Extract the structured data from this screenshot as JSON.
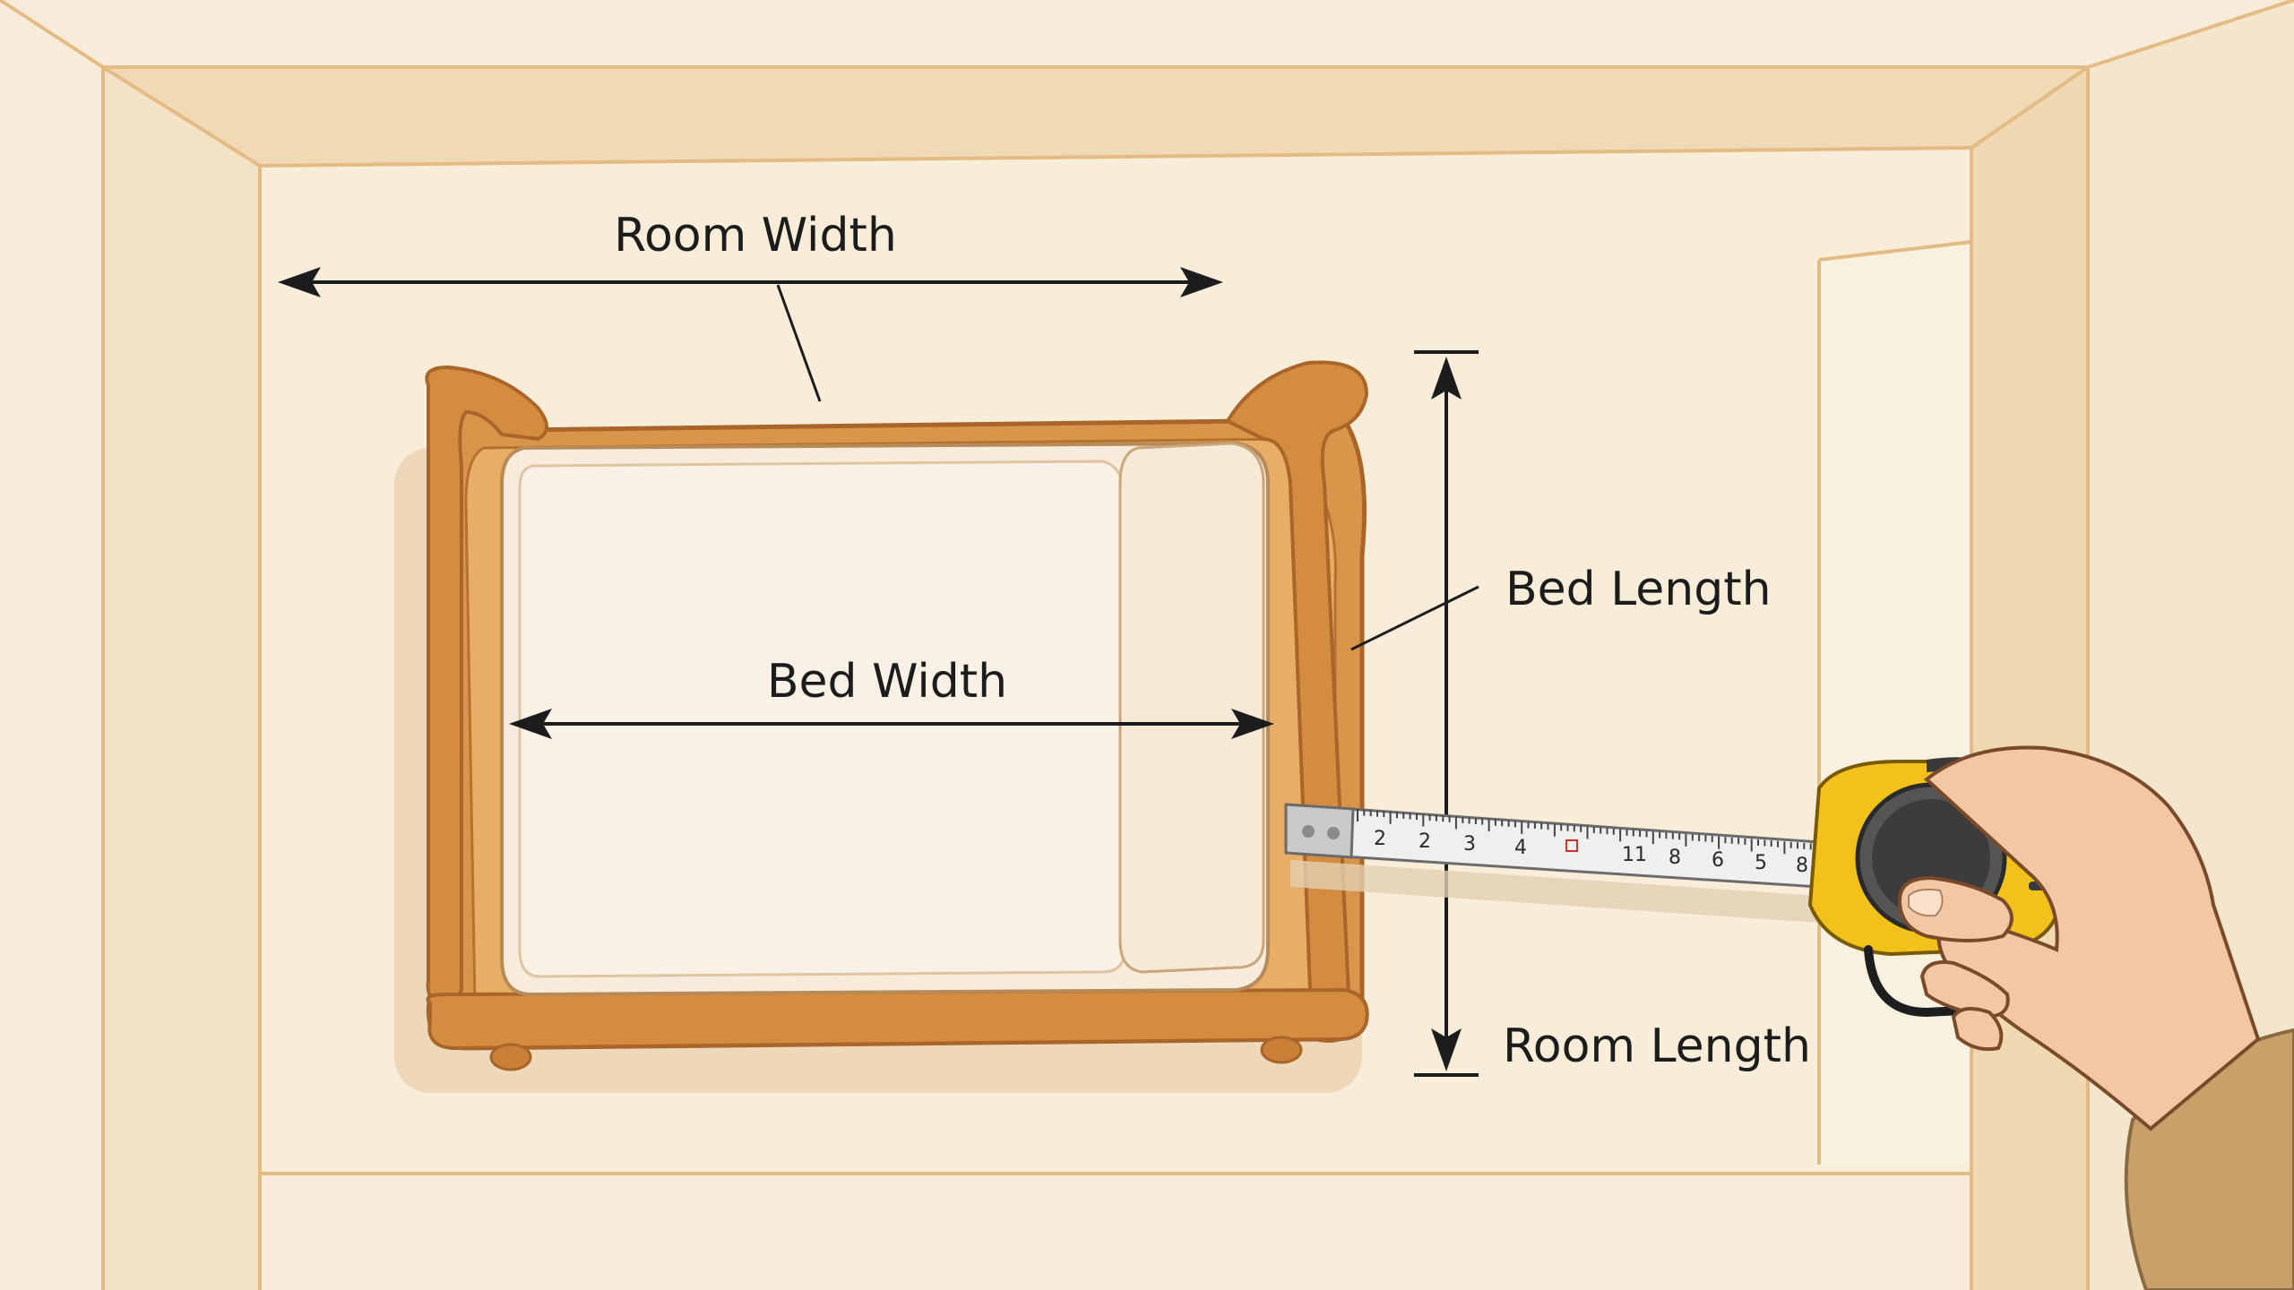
{
  "labels": {
    "room_width": "Room Width",
    "bed_width": "Bed Width",
    "bed_length": "Bed Length",
    "room_length": "Room Length"
  },
  "tape_numbers": [
    "2",
    "2",
    "3",
    "4",
    "11",
    "8",
    "6",
    "5",
    "8"
  ],
  "colors": {
    "background": "#f6ecd9",
    "wall": "#f1dfc0",
    "wall_edge": "#e2b97e",
    "bed_frame": "#d9964a",
    "bed_frame_dark": "#a9652a",
    "mattress": "#f7ecdc",
    "tape_body": "#f2c21a",
    "tape_dial": "#3c3c3c",
    "tape_blade": "#efefef",
    "skin": "#f2c7a3",
    "sleeve": "#caa06a",
    "line": "#1c1c1c"
  },
  "icons": [
    "bed-icon",
    "tape-measure-icon",
    "hand-icon"
  ]
}
